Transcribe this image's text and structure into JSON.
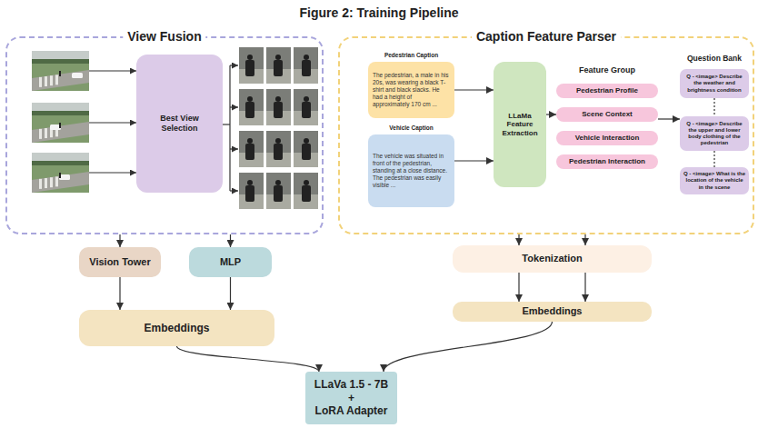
{
  "diagram": {
    "title": "Figure 2: Training Pipeline",
    "nodes": [
      {
        "text": [
          "View Fusion"
        ]
      },
      {
        "text": [
          "Best View Selection"
        ],
        "in": 0
      },
      {
        "text": [
          "Caption Feature Parser"
        ]
      },
      {
        "text": [
          "Pedestrian Caption",
          "The pedestrian, a male in his 20s, was wearing a black T-shirt and black slacks. He had a height of approximately 170 cm ..."
        ],
        "in": 2
      },
      {
        "text": [
          "Vehicle Caption",
          "The vehicle was situated in front of the pedestrian, standing at a close distance. The pedestrian was easily visible ..."
        ],
        "in": 2
      },
      {
        "text": [
          "LLaMa Feature Extraction"
        ],
        "in": 2
      },
      {
        "text": [
          "Pedestrian Profile"
        ],
        "in": 2
      },
      {
        "text": [
          "Scene Context"
        ],
        "in": 2
      },
      {
        "text": [
          "Vehicle Interaction"
        ],
        "in": 2
      },
      {
        "text": [
          "Pedestrian Interaction"
        ],
        "in": 2
      },
      {
        "text": [
          "Q - <image> Describe the weather and brightness condition"
        ],
        "in": 2
      },
      {
        "text": [
          "Q - <image> Describe the upper and lower body clothing of the pedestrian"
        ],
        "in": 2
      },
      {
        "text": [
          "Q - <image> What is the location of the vehicle in the scene"
        ],
        "in": 2
      },
      {
        "text": [
          "Vision Tower"
        ]
      },
      {
        "text": [
          "MLP"
        ]
      },
      {
        "text": [
          "Embeddings"
        ]
      },
      {
        "text": [
          "Tokenization"
        ]
      },
      {
        "text": [
          "Embeddings"
        ]
      },
      {
        "text": [
          "LLaVa 1.5 - 7B",
          "+",
          "LoRA Adapter"
        ]
      }
    ],
    "edges": [
      {
        "from": 0,
        "to": 13,
        "arrow": "to"
      },
      {
        "from": 0,
        "to": 14,
        "arrow": "to"
      },
      {
        "from": 13,
        "to": 15,
        "arrow": "to"
      },
      {
        "from": 14,
        "to": 15,
        "arrow": "to"
      },
      {
        "from": 15,
        "to": 18,
        "arrow": "to"
      },
      {
        "from": 3,
        "to": 5,
        "arrow": "to"
      },
      {
        "from": 4,
        "to": 5,
        "arrow": "to"
      },
      {
        "from": 5,
        "to": 7,
        "arrow": "to"
      },
      {
        "from": 7,
        "to": 11,
        "arrow": "to"
      },
      {
        "from": 10,
        "to": 11,
        "arrow": "none"
      },
      {
        "from": 11,
        "to": 12,
        "arrow": "none"
      },
      {
        "from": 2,
        "to": 16,
        "arrow": "to"
      },
      {
        "from": 2,
        "to": 16,
        "arrow": "to"
      },
      {
        "from": 16,
        "to": 17,
        "arrow": "to"
      },
      {
        "from": 16,
        "to": 17,
        "arrow": "to"
      },
      {
        "from": 17,
        "to": 18,
        "arrow": "to"
      }
    ],
    "labels": [
      "Feature Group",
      "Question Bank"
    ]
  }
}
